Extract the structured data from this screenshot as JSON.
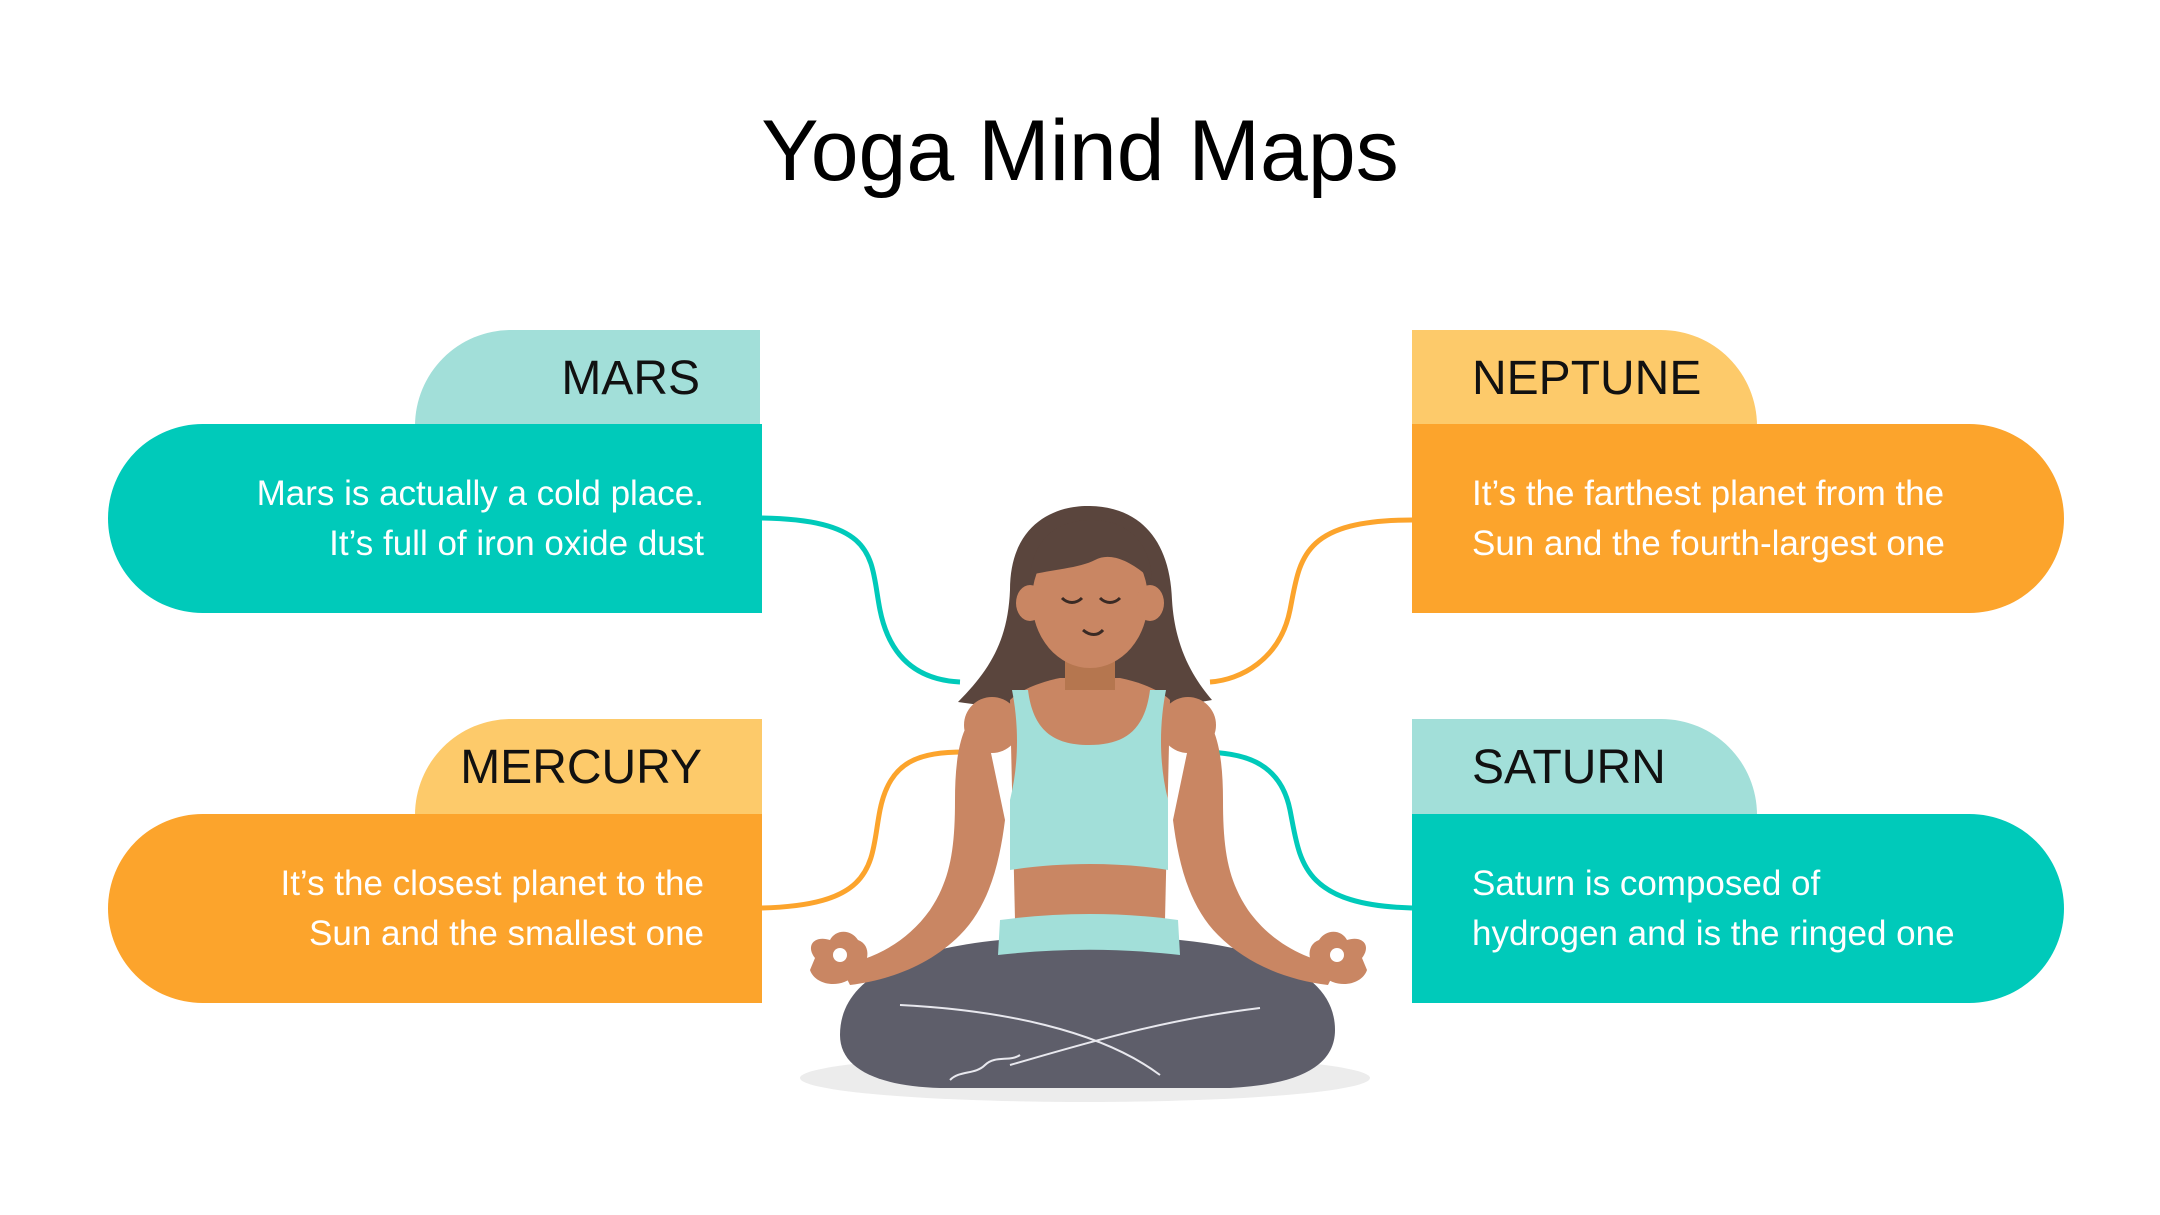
{
  "title": "Yoga Mind Maps",
  "colors": {
    "teal": "#00CABA",
    "teal_light": "#A2DFD9",
    "orange": "#FCA42C",
    "orange_light": "#FDCA6A"
  },
  "nodes": [
    {
      "label": "MARS",
      "text": "Mars is actually a cold place.\nIt’s full of iron oxide dust",
      "color": "teal"
    },
    {
      "label": "NEPTUNE",
      "text": "It’s the farthest planet from the\nSun and the fourth-largest one",
      "color": "orange"
    },
    {
      "label": "MERCURY",
      "text": "It’s the closest planet to the\nSun and the smallest one",
      "color": "orange"
    },
    {
      "label": "SATURN",
      "text": "Saturn is composed of\nhydrogen and is the ringed one",
      "color": "teal"
    }
  ],
  "illustration": {
    "name": "meditating woman",
    "icon": "yoga-person-illustration"
  }
}
